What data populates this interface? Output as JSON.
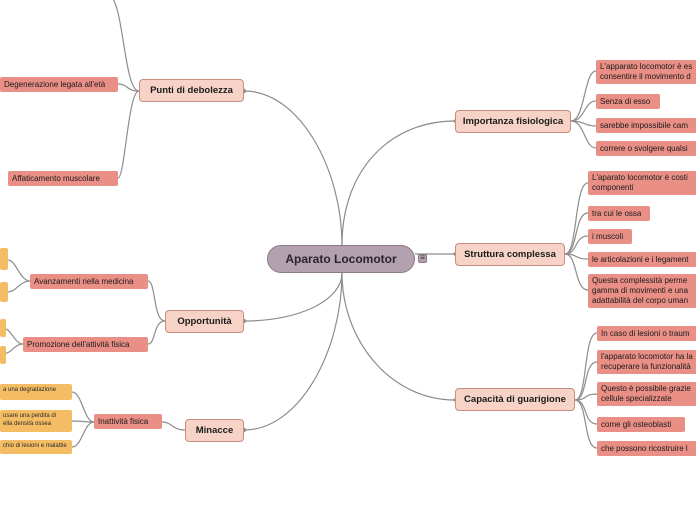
{
  "central": {
    "label": "Aparato Locomotor",
    "collapse_icon": "menu-lines-icon"
  },
  "colors": {
    "central_fill": "#b3a1b0",
    "branch_fill": "#f6d3c6",
    "sub_fill": "#e98f86",
    "leaf_fill": "#f4bd63",
    "line": "#8d8d8d"
  },
  "right": {
    "importanza": {
      "label": "Importanza fisiologica",
      "items": [
        "L'apparato locomotor è es",
        "consentire il movimento d",
        "Senza di esso",
        "sarebbe impossibile cam",
        "correre o svolgere qualsi"
      ]
    },
    "struttura": {
      "label": "Struttura complessa",
      "items": [
        "L'aparato locomotor è costi",
        "componenti",
        "tra cui le ossa",
        "i muscoli",
        "le articolazioni e i legament",
        "Questa complessità perme",
        "gamma di movimenti e una",
        "adattabilità del corpo uman"
      ]
    },
    "capacita": {
      "label": "Capacità di guarigione",
      "items": [
        "In caso di lesioni o traum",
        "l'apparato locomotor ha la",
        "recuperare la funzionalità",
        "Questo è possibile grazie",
        "cellule specializzate",
        "come gli osteoblasti",
        "che possono ricostruire l"
      ]
    }
  },
  "left": {
    "debolezza": {
      "label": "Punti di debolezza",
      "items": [
        "Degenerazione legata all'età",
        "Affaticamento muscolare"
      ]
    },
    "opportunita": {
      "label": "Opportunità",
      "items": [
        "Avanzamenti nella medicina",
        "Promozione dell'attività fisica"
      ]
    },
    "minacce": {
      "label": "Minacce",
      "items": [
        "Inattività fisica"
      ],
      "leaves": [
        "a una degradazione",
        "usare una perdita di",
        "ella densità ossea",
        "chio di lesioni e malattie"
      ]
    }
  }
}
